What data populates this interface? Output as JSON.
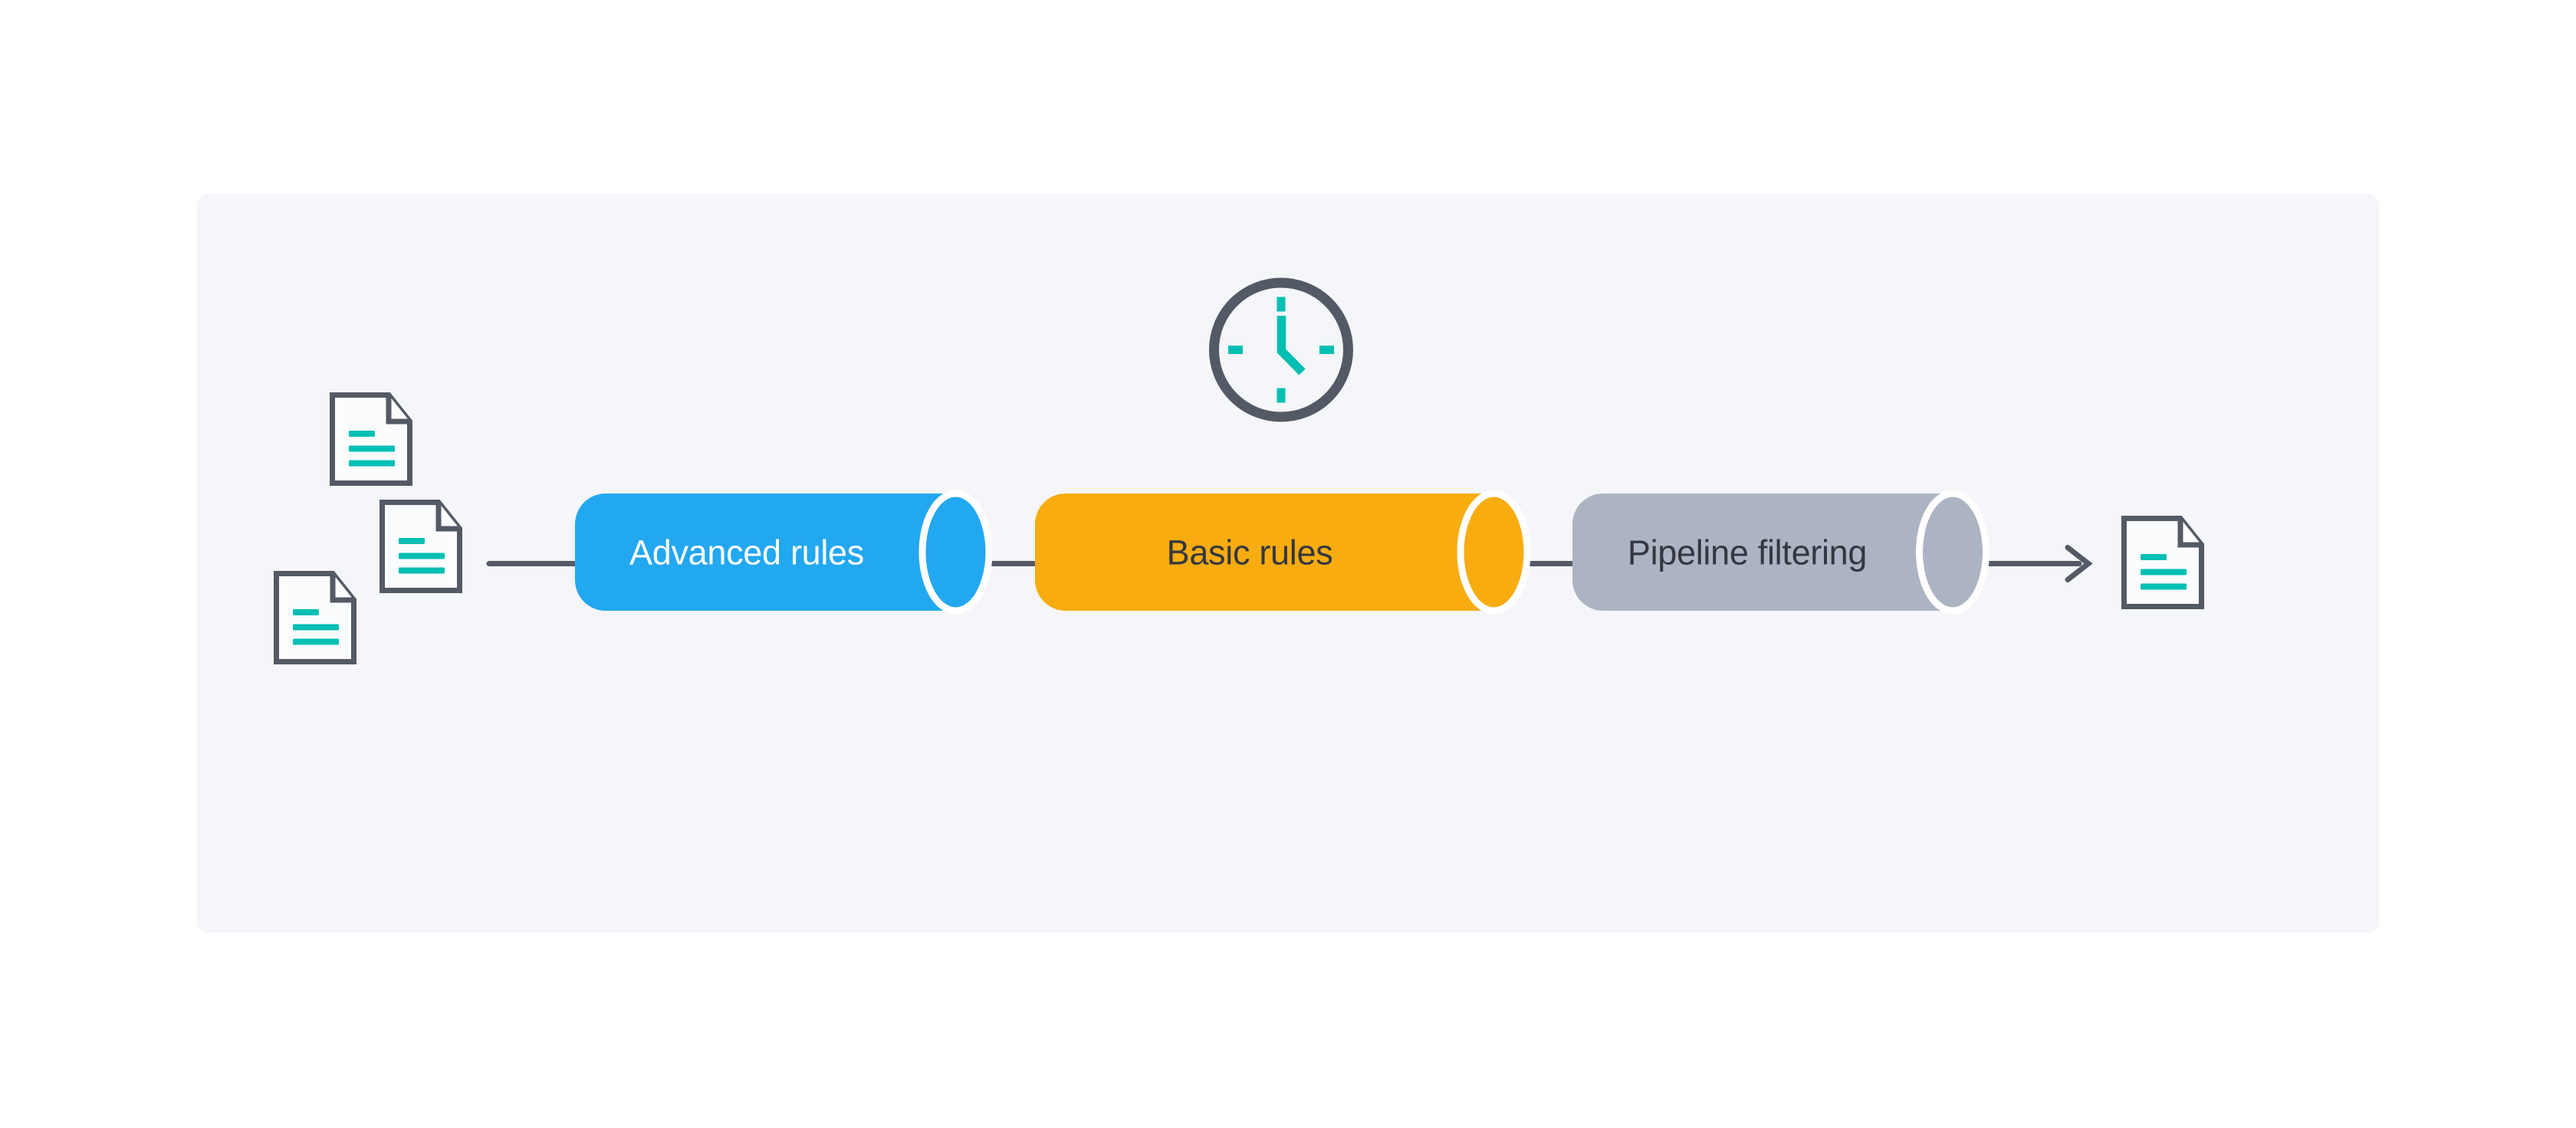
{
  "panel": {
    "background": "#F5F6F9"
  },
  "palette": {
    "outline": "#535A66",
    "teal": "#00BFB3",
    "separator": "#FFFFFF",
    "document_fill": "#FBFCFE"
  },
  "stages": [
    {
      "label": "Advanced rules",
      "fill": "#22A8F0",
      "text_color": "#FFFFFF"
    },
    {
      "label": "Basic rules",
      "fill": "#F8AC0F",
      "text_color": "#343741"
    },
    {
      "label": "Pipeline filtering",
      "fill": "#ACB4C3",
      "text_color": "#343741"
    }
  ],
  "icons": {
    "clock": "clock-icon",
    "input_documents": "document-icon",
    "output_document": "document-icon",
    "arrow": "arrow-right-icon"
  }
}
